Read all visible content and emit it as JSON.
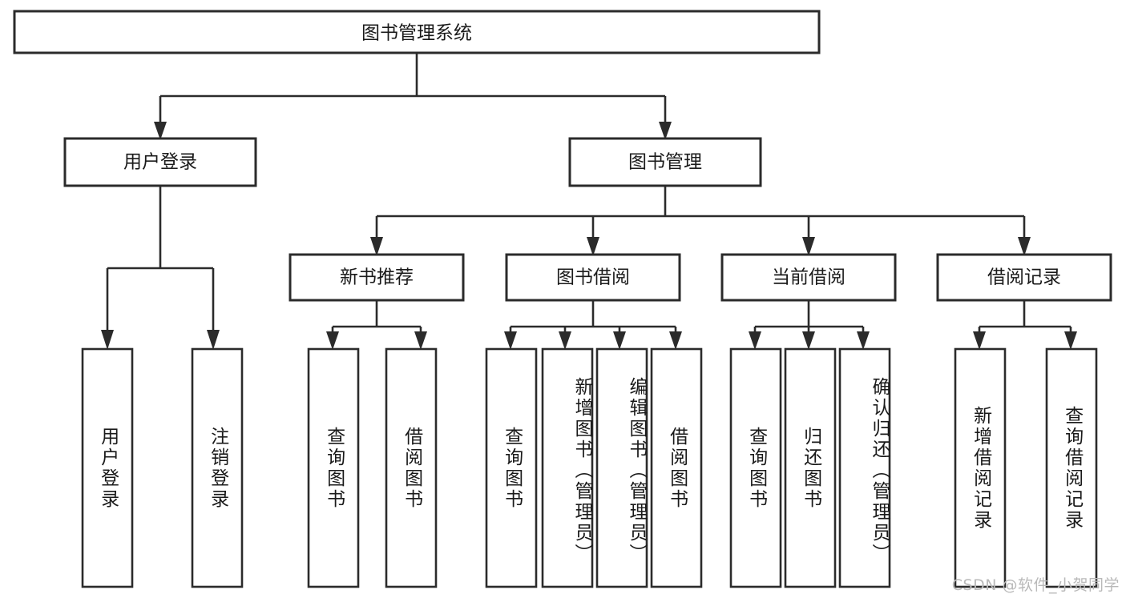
{
  "diagram": {
    "title": "图书管理系统",
    "type": "tree-hierarchy",
    "orientation": "top-down",
    "style": {
      "box_fill": "#ffffff",
      "box_stroke": "#2b2b2b",
      "connector_color": "#2b2b2b",
      "text_color": "#1a1a1a",
      "background": "#ffffff",
      "watermark_color": "#b9b9b9"
    },
    "root": {
      "label": "图书管理系统",
      "orientation": "horizontal"
    },
    "level2": [
      {
        "label": "用户登录",
        "orientation": "horizontal"
      },
      {
        "label": "图书管理",
        "orientation": "horizontal"
      }
    ],
    "level3": [
      {
        "label": "新书推荐",
        "orientation": "horizontal"
      },
      {
        "label": "图书借阅",
        "orientation": "horizontal"
      },
      {
        "label": "当前借阅",
        "orientation": "horizontal"
      },
      {
        "label": "借阅记录",
        "orientation": "horizontal"
      }
    ],
    "leaves": {
      "user_login": [
        {
          "label": "用户登录",
          "orientation": "vertical"
        },
        {
          "label": "注销登录",
          "orientation": "vertical"
        }
      ],
      "new_book_recommend": [
        {
          "label": "查询图书",
          "orientation": "vertical"
        },
        {
          "label": "借阅图书",
          "orientation": "vertical"
        }
      ],
      "book_borrow": [
        {
          "label": "查询图书",
          "orientation": "vertical"
        },
        {
          "label": "新增图书（管理员）",
          "orientation": "vertical"
        },
        {
          "label": "编辑图书（管理员）",
          "orientation": "vertical"
        },
        {
          "label": "借阅图书",
          "orientation": "vertical"
        }
      ],
      "current_borrow": [
        {
          "label": "查询图书",
          "orientation": "vertical"
        },
        {
          "label": "归还图书",
          "orientation": "vertical"
        },
        {
          "label": "确认归还（管理员）",
          "orientation": "vertical"
        }
      ],
      "borrow_record": [
        {
          "label": "新增借阅记录",
          "orientation": "vertical"
        },
        {
          "label": "查询借阅记录",
          "orientation": "vertical"
        }
      ]
    },
    "watermark": "CSDN @软件_小贺同学"
  }
}
